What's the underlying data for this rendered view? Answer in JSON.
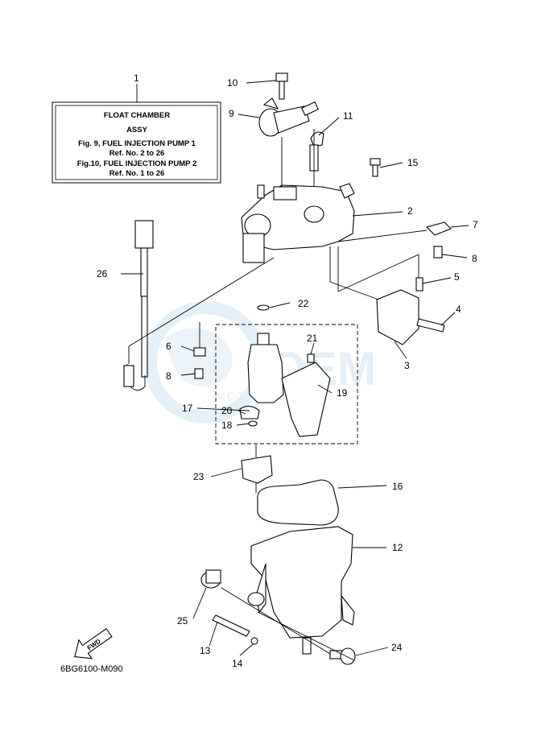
{
  "info_box": {
    "ref_number": "1",
    "lines": [
      "FLOAT CHAMBER",
      "ASSY",
      "Fig.  9, FUEL INJECTION PUMP 1",
      "Ref. No. 2 to 26",
      "Fig.10, FUEL INJECTION PUMP 2",
      "Ref. No. 1 to 26"
    ]
  },
  "callouts": {
    "c1": "1",
    "c2": "2",
    "c3": "3",
    "c4": "4",
    "c5": "5",
    "c6": "6",
    "c7": "7",
    "c8a": "8",
    "c8b": "8",
    "c9": "9",
    "c10": "10",
    "c11": "11",
    "c12": "12",
    "c13": "13",
    "c14": "14",
    "c15": "15",
    "c16": "16",
    "c17": "17",
    "c18": "18",
    "c19": "19",
    "c20": "20",
    "c21": "21",
    "c22": "22",
    "c23": "23",
    "c24": "24",
    "c25": "25",
    "c26": "26"
  },
  "fwd_arrow_label": "FWD",
  "diagram_code": "6BG6100-M090",
  "watermark": {
    "brand": "OEM",
    "tagline": "MOTORPARTS"
  },
  "colors": {
    "line": "#000000",
    "watermark": "#cfe3f1"
  }
}
